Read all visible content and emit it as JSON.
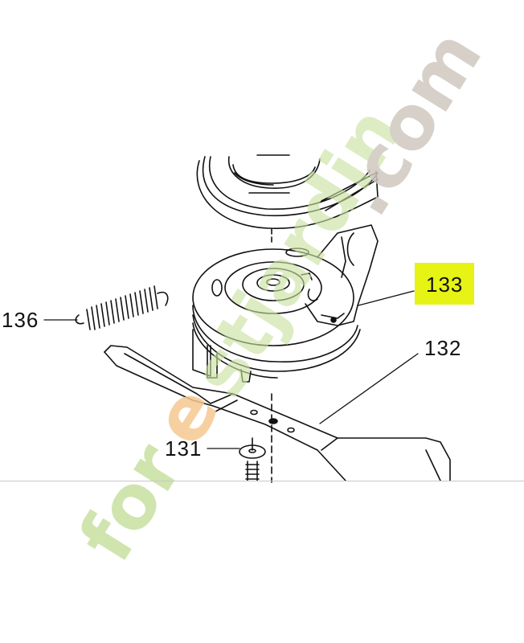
{
  "diagram": {
    "type": "exploded parts diagram",
    "subject": "electromagnetic PTO clutch, belt pulley and mower blade assembly",
    "callouts": [
      {
        "id": "133",
        "label": "133",
        "highlighted": true,
        "points_to": "clutch"
      },
      {
        "id": "132",
        "label": "132",
        "highlighted": false,
        "points_to": "blade"
      },
      {
        "id": "136",
        "label": "136",
        "highlighted": false,
        "points_to": "spring"
      },
      {
        "id": "131",
        "label": "131",
        "highlighted": false,
        "points_to": "washer"
      }
    ],
    "highlight_color": "#e6f314"
  },
  "watermark": {
    "text": "forestjardin.com",
    "part_green": "forestjardin",
    "part_gray": ".com",
    "colors": {
      "green": "#c8e0a0",
      "orange": "#f6c890",
      "gray": "#cfc8c0"
    }
  }
}
